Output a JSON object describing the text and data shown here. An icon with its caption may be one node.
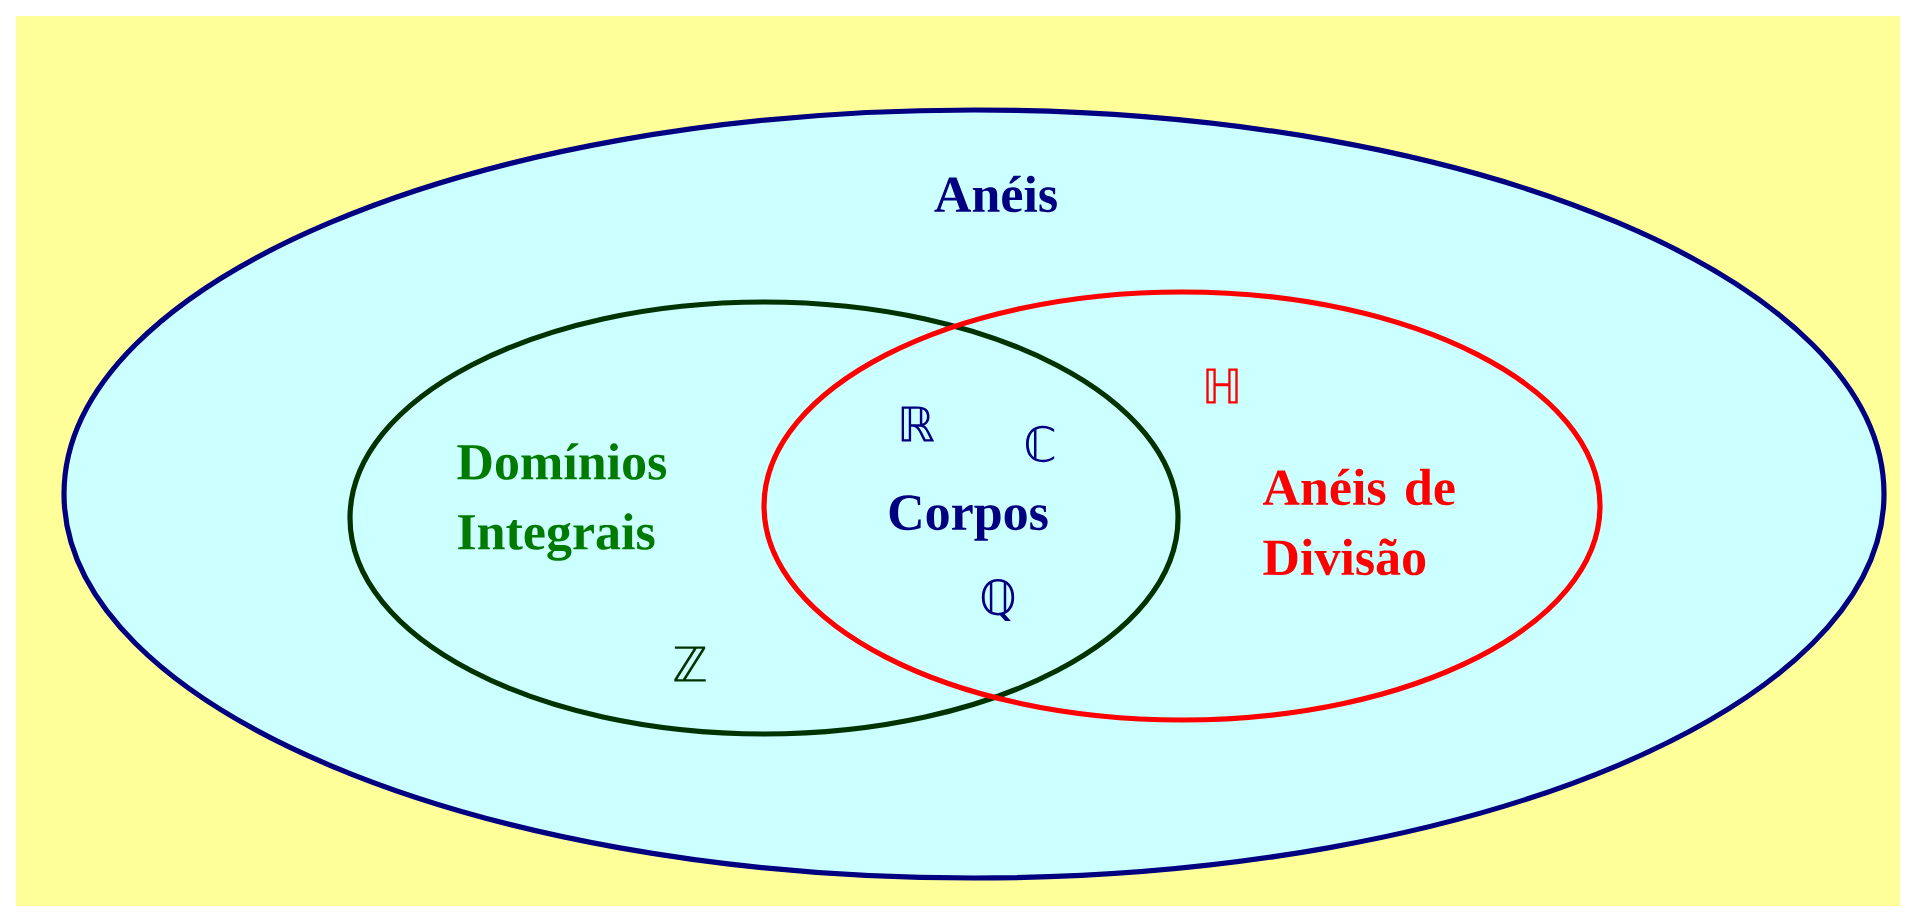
{
  "diagram": {
    "nodes": [
      {
        "text": [
          "Anéis"
        ]
      },
      {
        "text": [
          "Domínios Integrais"
        ],
        "in": 0
      },
      {
        "text": [
          "Anéis de Divisão"
        ],
        "in": 0
      }
    ],
    "labels": [
      "ℍ",
      "ℝ",
      "ℂ",
      "Corpos",
      "ℚ",
      "ℤ"
    ]
  }
}
